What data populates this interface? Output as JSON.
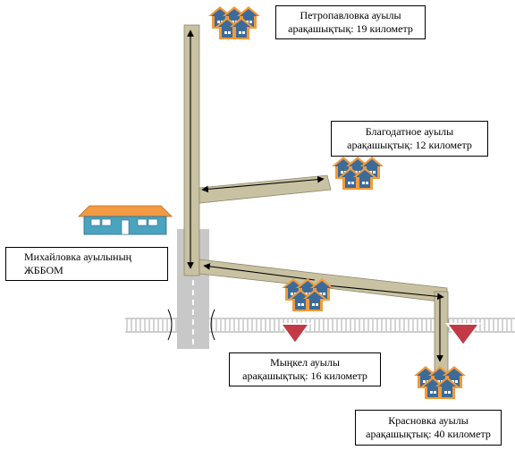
{
  "school": {
    "label_line1": "Михайловка ауылының",
    "label_line2": "ЖББОМ"
  },
  "villages": [
    {
      "id": "petropavlovka",
      "line1": "Петропавловка ауылы",
      "line2": "арақашықтық: 19 километр"
    },
    {
      "id": "blagodatnoe",
      "line1": "Благодатное ауылы",
      "line2": "арақашықтық: 12 километр"
    },
    {
      "id": "mynkel",
      "line1": "Мыңкел ауылы",
      "line2": "арақашықтық: 16 километр"
    },
    {
      "id": "krasnovka",
      "line1": "Красновка ауылы",
      "line2": "арақашықтық: 40 километр"
    }
  ],
  "colors": {
    "road_fill": "#c8c2a2",
    "road_edge": "#8c866a",
    "main_road": "#c8c8c8",
    "railway": "#9e9e9e",
    "house_roof": "#f39a3a",
    "house_wall": "#3c6b9a",
    "school_wall": "#4aa3bf",
    "school_roof": "#f29a44",
    "warning_sign": "#c23a46"
  },
  "icons": [
    "house-group-icon",
    "school-building-icon",
    "warning-triangle-icon",
    "arrow-icon"
  ]
}
